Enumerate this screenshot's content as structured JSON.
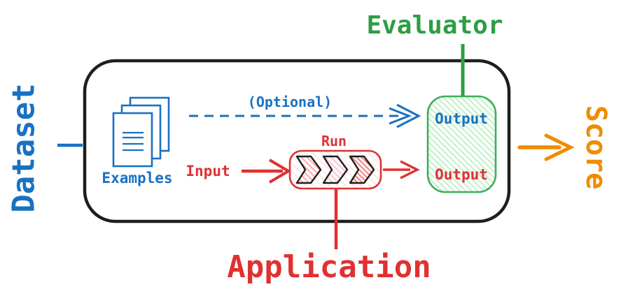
{
  "diagram": {
    "labels": {
      "dataset": "Dataset",
      "evaluator": "Evaluator",
      "score": "Score",
      "application": "Application",
      "examples": "Examples",
      "optional": "(Optional)",
      "input": "Input",
      "run": "Run",
      "evaluator_output": "Output",
      "app_output": "Output"
    },
    "icons": {
      "documents": "documents-icon",
      "chevrons": "process-chevron-icons"
    },
    "colors": {
      "blue": "#1971c2",
      "red": "#e03131",
      "green": "#2f9e44",
      "green_border": "#3fae57",
      "orange": "#f08c00",
      "black": "#1e1e1e"
    }
  }
}
